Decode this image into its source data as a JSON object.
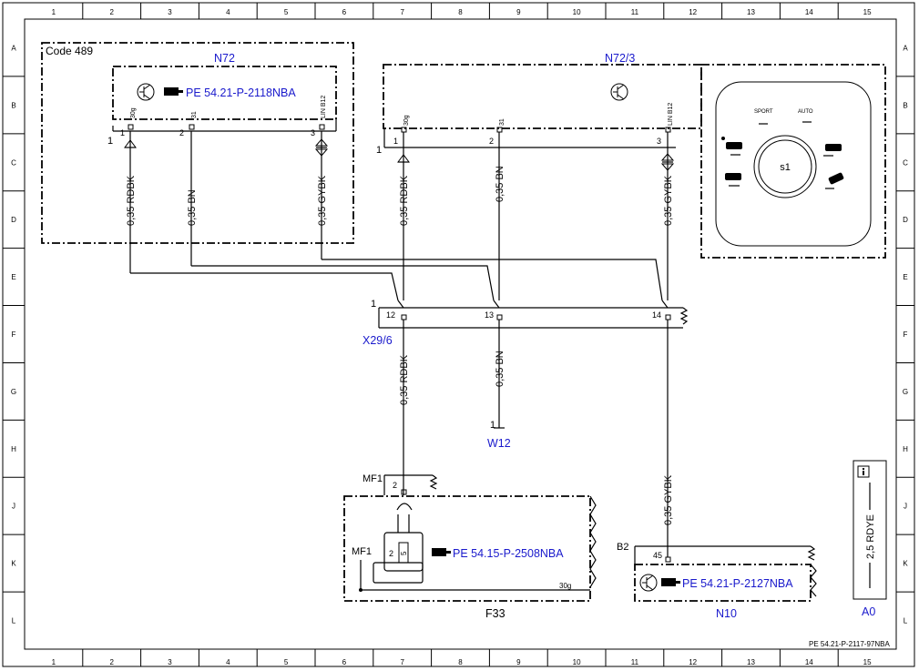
{
  "grid": {
    "columns": [
      "1",
      "2",
      "3",
      "4",
      "5",
      "6",
      "7",
      "8",
      "9",
      "10",
      "11",
      "12",
      "13",
      "14",
      "15"
    ],
    "rows": [
      "A",
      "B",
      "C",
      "D",
      "E",
      "F",
      "G",
      "H",
      "J",
      "K",
      "L"
    ]
  },
  "components": {
    "code": "Code 489",
    "n72": "N72",
    "n72_3": "N72/3",
    "x29_6": "X29/6",
    "w12": "W12",
    "mf1_top": "MF1",
    "mf1_side": "MF1",
    "b2": "B2",
    "f33": "F33",
    "n10": "N10",
    "a0": "A0",
    "s1": "s1"
  },
  "references": {
    "n72_ref": "PE 54.21-P-2118NBA",
    "n72_3_ref": "",
    "f33_ref": "PE 54.15-P-2508NBA",
    "n10_ref": "PE 54.21-P-2127NBA",
    "doc_id": "PE 54.21-P-2117-97NBA"
  },
  "pins": {
    "n72_p1": "1",
    "n72_p2": "2",
    "n72_p3": "3",
    "n72_s1": "30g",
    "n72_s2": "31",
    "n72_s3": "LIN B12",
    "n72_3_p1": "1",
    "n72_3_p2": "2",
    "n72_3_p3": "3",
    "n72_3_s1": "30g",
    "n72_3_s2": "31",
    "n72_3_s3": "LIN B12",
    "x_p12": "12",
    "x_p13": "13",
    "x_p14": "14",
    "x_one": "1",
    "w12_p1": "1",
    "f33_p2": "2",
    "f33_fuse": "2",
    "f33_fuse_val": "5",
    "f33_30g": "30g",
    "b2_p45": "45",
    "n72_bus1": "1",
    "n72_3_bus1": "1"
  },
  "wires": {
    "w1": "0,35 RDBK",
    "w2": "0,35 BN",
    "w3": "0,35 GYBK",
    "w4": "0,35 RDBK",
    "w5": "0,35 BN",
    "w6": "0,35 GYBK",
    "w7": "0,35 RDBK",
    "w8": "0,35 BN",
    "w9": "0,35 GYBK",
    "legend_wire": "2,5 RDYE"
  },
  "switch_panel": {
    "sport": "SPORT",
    "auto": "AUTO"
  },
  "info_icon": "info-icon"
}
